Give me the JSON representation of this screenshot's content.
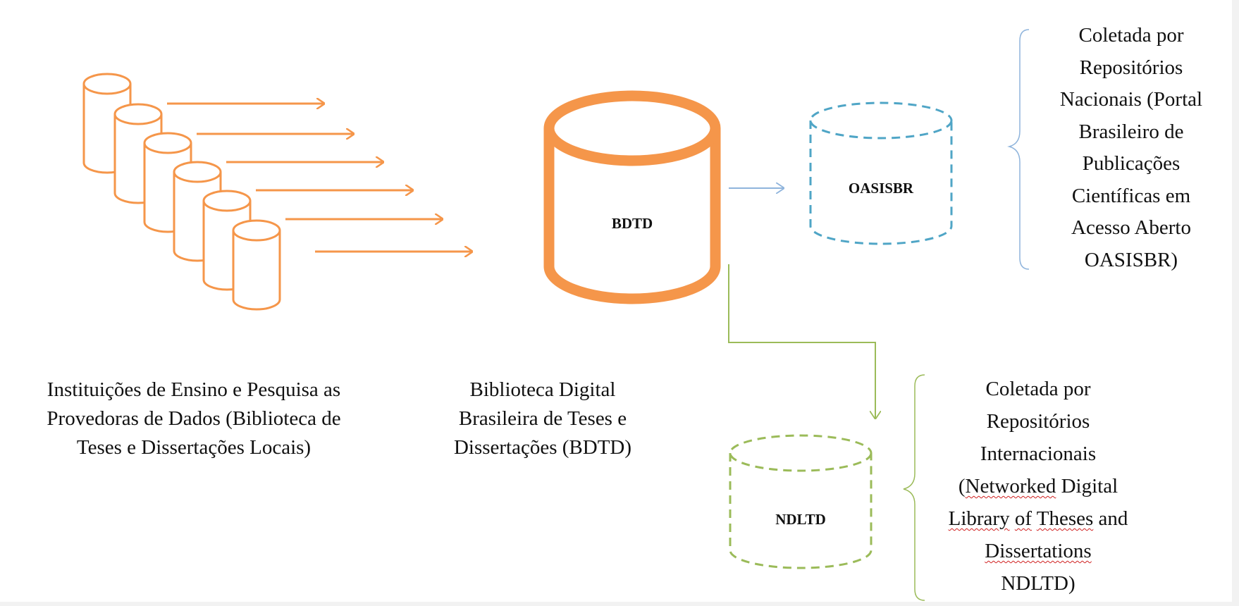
{
  "colors": {
    "orange": "#f5964a",
    "blue": "#8fb4dc",
    "dashed_blue": "#4fa5c6",
    "green": "#9bbb59",
    "dashed_green": "#9bbb59"
  },
  "nodes": {
    "bdtd": {
      "label": "BDTD"
    },
    "oasisbr": {
      "label": "OASISBR"
    },
    "ndltd": {
      "label": "NDLTD"
    }
  },
  "captions": {
    "institutions": {
      "line1": "Instituições de Ensino e Pesquisa as",
      "line2": "Provedoras de Dados (Biblioteca de",
      "line3": "Teses e Dissertações Locais)"
    },
    "bdtd": {
      "line1": "Biblioteca Digital",
      "line2": "Brasileira de Teses e",
      "line3": "Dissertações (BDTD)"
    },
    "oasisbr": {
      "line1": "Coletada por",
      "line2": "Repositórios",
      "line3": "Nacionais (Portal",
      "line4": "Brasileiro de",
      "line5": "Publicações",
      "line6": "Científicas em",
      "line7": "Acesso Aberto",
      "line8": "OASISBR)"
    },
    "ndltd": {
      "line1": "Coletada por",
      "line2": "Repositórios",
      "line3": "Internacionais",
      "line4a": "(",
      "line4b": "Networked",
      "line4c": " Digital",
      "line5a": "Library",
      "line5b": " ",
      "line5c": "of",
      "line5d": " ",
      "line5e": "Theses",
      "line5f": " and",
      "line6": "Dissertations",
      "line7": "NDLTD)"
    }
  }
}
